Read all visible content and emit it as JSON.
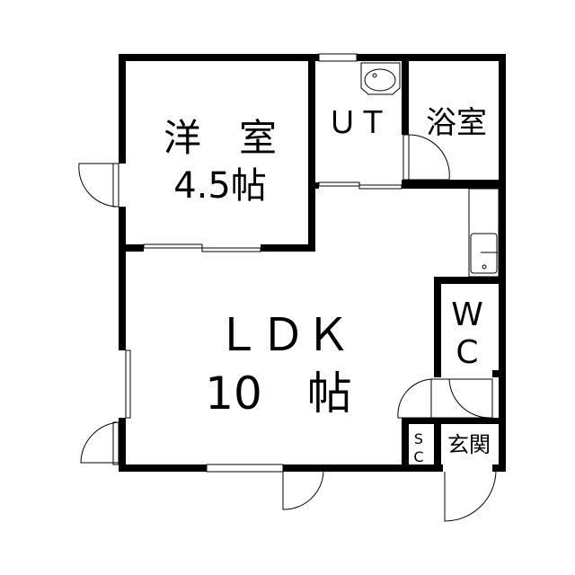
{
  "rooms": {
    "western_room": {
      "name": "洋　室",
      "size": "4.5帖"
    },
    "utility": {
      "name": "ＵＴ"
    },
    "bathroom": {
      "name": "浴室"
    },
    "ldk": {
      "name": "ＬＤＫ",
      "size": "10　帖"
    },
    "wc": {
      "line1": "W",
      "line2": "C"
    },
    "storage": {
      "line1": "S",
      "line2": "C"
    },
    "entrance": {
      "name": "玄関"
    }
  },
  "colors": {
    "wall": "#000000",
    "background": "#ffffff"
  }
}
